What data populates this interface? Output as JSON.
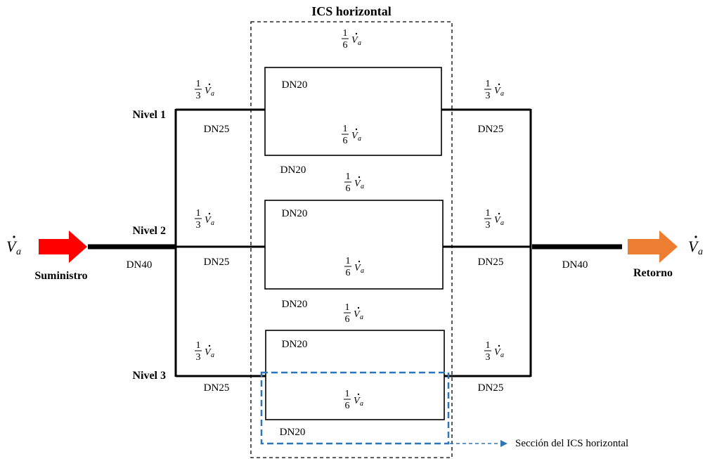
{
  "title": "ICS horizontal",
  "levels": [
    "Nivel 1",
    "Nivel 2",
    "Nivel 3"
  ],
  "supply": {
    "label": "Suministro",
    "pipe": "DN40",
    "flow_symbol": "V",
    "flow_sub": "a",
    "arrow_color": "#ff0000"
  },
  "return": {
    "label": "Retorno",
    "pipe": "DN40",
    "flow_symbol": "V",
    "flow_sub": "a",
    "arrow_color": "#ed7d31"
  },
  "riser_pipe": "DN25",
  "branch_pipe": "DN20",
  "riser_fraction": {
    "num": "1",
    "den": "3",
    "symbol": "V",
    "sub": "a"
  },
  "branch_fraction": {
    "num": "1",
    "den": "6",
    "symbol": "V",
    "sub": "a"
  },
  "section_legend": "Sección del ICS horizontal",
  "section_color": "#2e75b6"
}
